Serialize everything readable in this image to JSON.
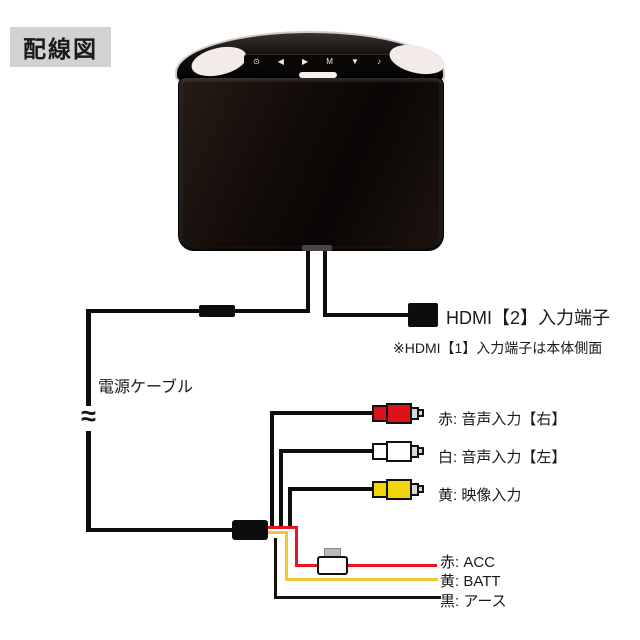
{
  "title": "配線図",
  "device": {
    "kind": "flip-down-monitor",
    "buttons": [
      {
        "name": "power-icon",
        "glyph": "⊙"
      },
      {
        "name": "left-icon",
        "glyph": "◀"
      },
      {
        "name": "play-icon",
        "glyph": "▶"
      },
      {
        "name": "mode-icon",
        "glyph": "M"
      },
      {
        "name": "down-icon",
        "glyph": "▼"
      },
      {
        "name": "source-icon",
        "glyph": "♪"
      }
    ]
  },
  "power": {
    "label": "電源ケーブル",
    "break_symbol": "≈"
  },
  "hdmi": {
    "label": "HDMI【2】入力端子",
    "note": "※HDMI【1】入力端子は本体側面"
  },
  "rca": [
    {
      "color_name": "red",
      "hex": "#dc121b",
      "label": "赤: 音声入力【右】"
    },
    {
      "color_name": "white",
      "hex": "#ffffff",
      "label": "白: 音声入力【左】"
    },
    {
      "color_name": "yellow",
      "hex": "#f2d40a",
      "label": "黄: 映像入力"
    }
  ],
  "power_wires": [
    {
      "color_name": "red",
      "hex": "#e8141e",
      "label": "赤: ACC",
      "has_fuse": true
    },
    {
      "color_name": "yellow",
      "hex": "#f0c832",
      "label": "黄: BATT",
      "has_fuse": false
    },
    {
      "color_name": "black",
      "hex": "#111111",
      "label": "黒: アース",
      "has_fuse": false
    }
  ],
  "colors": {
    "cable": "#0d0d0d",
    "banner_bg": "#d2d2d2",
    "background": "#ffffff"
  }
}
